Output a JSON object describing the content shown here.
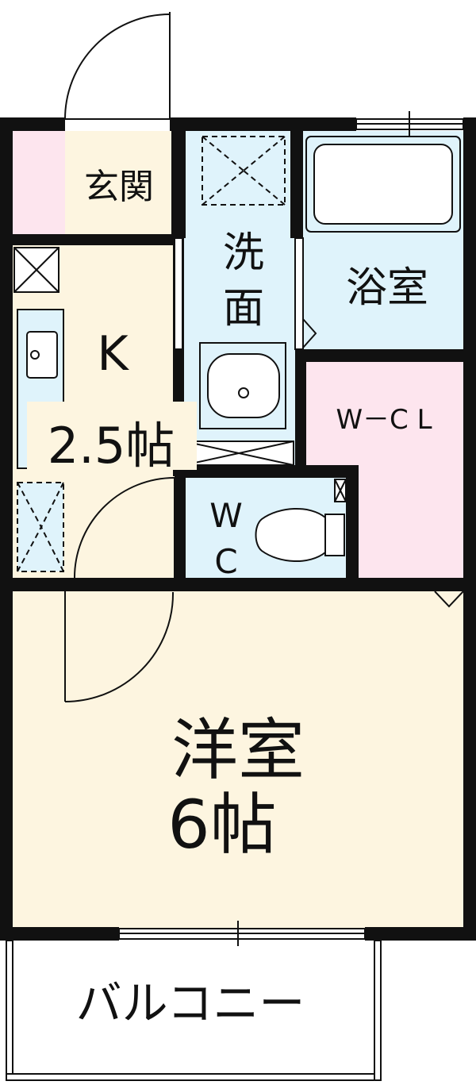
{
  "rooms": {
    "genkan": "玄関",
    "kitchen_letter": "K",
    "kitchen_size": "2.5帖",
    "senmen_1": "洗",
    "senmen_2": "面",
    "bath": "浴室",
    "wcl": "W－C L",
    "wc_1": "W",
    "wc_2": "C",
    "western_1": "洋室",
    "western_2": "6帖",
    "balcony": "バルコニー"
  },
  "colors": {
    "floor_cream": "#fdf5e0",
    "wet_blue": "#dff3fb",
    "closet_pink": "#fde5ee",
    "wall": "#111111"
  }
}
